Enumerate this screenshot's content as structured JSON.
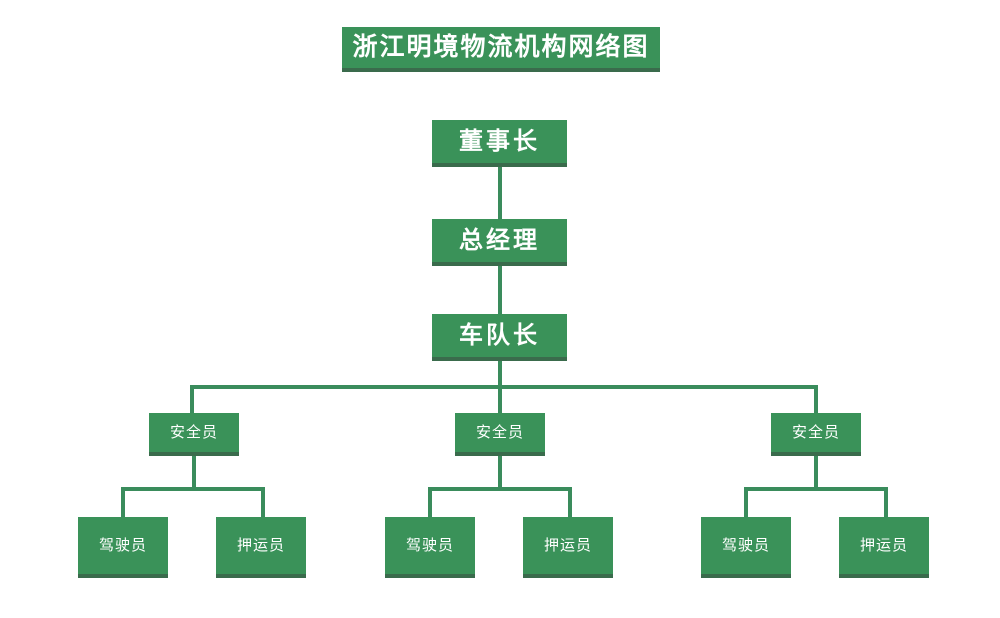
{
  "chart": {
    "kind": "org-chart",
    "title": "浙江明境物流机构网络图",
    "accent_color": "#3a9259",
    "line_color": "#3a8c5c",
    "shadow_color": "#3a6b4c",
    "text_color": "#ffffff",
    "background": "#ffffff"
  },
  "nodes": {
    "title": "浙江明境物流机构网络图",
    "chairman": "董事长",
    "general_manager": "总经理",
    "fleet_captain": "车队长",
    "safety_officer_1": "安全员",
    "safety_officer_2": "安全员",
    "safety_officer_3": "安全员",
    "driver_1": "驾驶员",
    "escort_1": "押运员",
    "driver_2": "驾驶员",
    "escort_2": "押运员",
    "driver_3": "驾驶员",
    "escort_3": "押运员"
  },
  "chart_data": {
    "type": "diagram",
    "title": "浙江明境物流机构网络图",
    "orientation": "top-down",
    "levels": [
      {
        "level": 1,
        "labels": [
          "董事长"
        ]
      },
      {
        "level": 2,
        "labels": [
          "总经理"
        ]
      },
      {
        "level": 3,
        "labels": [
          "车队长"
        ]
      },
      {
        "level": 4,
        "labels": [
          "安全员",
          "安全员",
          "安全员"
        ]
      },
      {
        "level": 5,
        "labels": [
          "驾驶员",
          "押运员",
          "驾驶员",
          "押运员",
          "驾驶员",
          "押运员"
        ]
      }
    ],
    "edges": [
      {
        "from": "董事长",
        "to": "总经理"
      },
      {
        "from": "总经理",
        "to": "车队长"
      },
      {
        "from": "车队长",
        "to": "安全员-1"
      },
      {
        "from": "车队长",
        "to": "安全员-2"
      },
      {
        "from": "车队长",
        "to": "安全员-3"
      },
      {
        "from": "安全员-1",
        "to": "驾驶员-1"
      },
      {
        "from": "安全员-1",
        "to": "押运员-1"
      },
      {
        "from": "安全员-2",
        "to": "驾驶员-2"
      },
      {
        "from": "安全员-2",
        "to": "押运员-2"
      },
      {
        "from": "安全员-3",
        "to": "驾驶员-3"
      },
      {
        "from": "安全员-3",
        "to": "押运员-3"
      }
    ]
  }
}
